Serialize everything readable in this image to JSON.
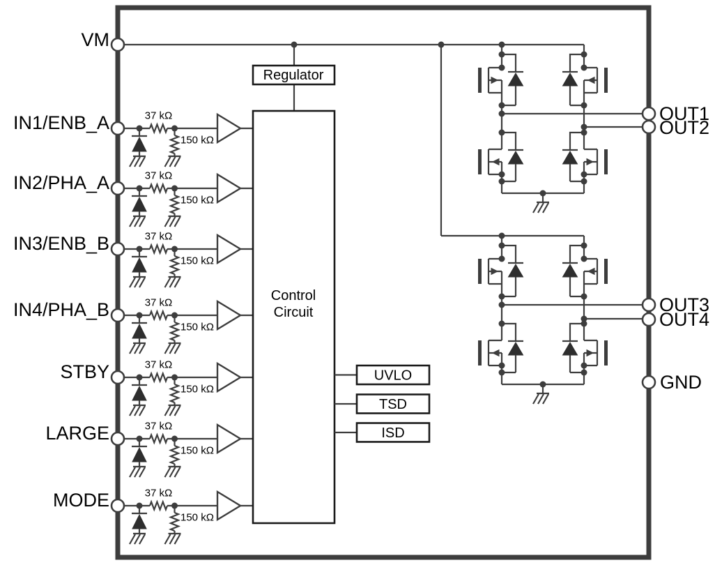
{
  "diagram_type": "functional-block-diagram",
  "colors": {
    "wire": "#3d3d3d",
    "fill_dark": "#2e2e2e",
    "background": "#ffffff",
    "text": "#000000"
  },
  "pins": {
    "vm": "VM",
    "gnd": "GND",
    "outputs": [
      "OUT1",
      "OUT2",
      "OUT3",
      "OUT4"
    ],
    "inputs": [
      {
        "name": "IN1/ENB_A",
        "series_resistor": "37 kΩ",
        "pulldown_resistor": "150 kΩ"
      },
      {
        "name": "IN2/PHA_A",
        "series_resistor": "37 kΩ",
        "pulldown_resistor": "150 kΩ"
      },
      {
        "name": "IN3/ENB_B",
        "series_resistor": "37 kΩ",
        "pulldown_resistor": "150 kΩ"
      },
      {
        "name": "IN4/PHA_B",
        "series_resistor": "37 kΩ",
        "pulldown_resistor": "150 kΩ"
      },
      {
        "name": "STBY",
        "series_resistor": "37 kΩ",
        "pulldown_resistor": "150 kΩ"
      },
      {
        "name": "LARGE",
        "series_resistor": "37 kΩ",
        "pulldown_resistor": "150 kΩ"
      },
      {
        "name": "MODE",
        "series_resistor": "37 kΩ",
        "pulldown_resistor": "150 kΩ"
      }
    ]
  },
  "blocks": {
    "regulator": "Regulator",
    "control_circuit": [
      "Control",
      "Circuit"
    ],
    "protection": [
      "UVLO",
      "TSD",
      "ISD"
    ]
  }
}
